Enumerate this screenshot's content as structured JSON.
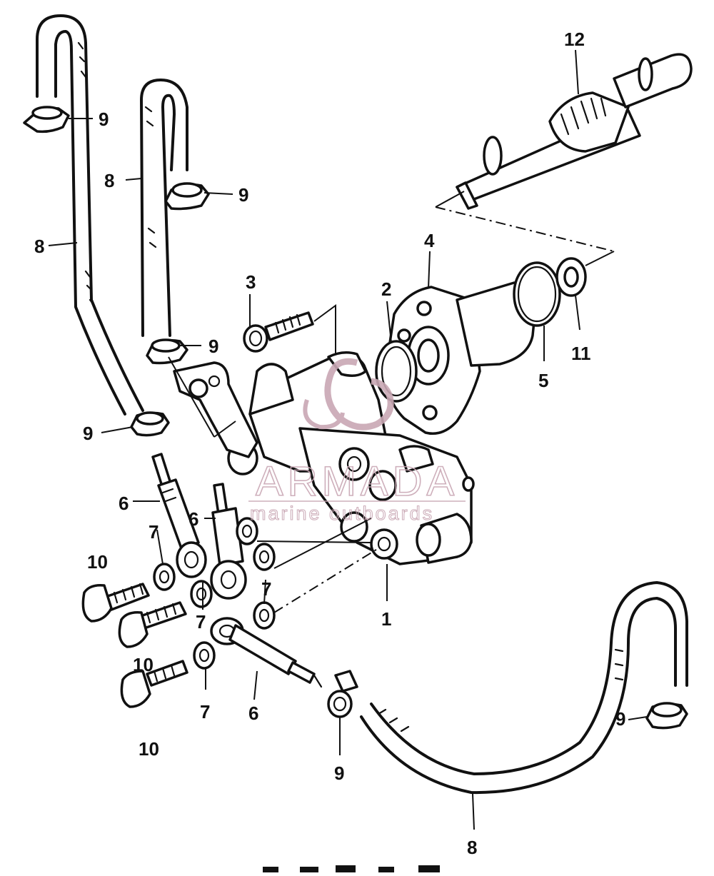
{
  "labels": {
    "l1": "1",
    "l2": "2",
    "l3": "3",
    "l4": "4",
    "l5": "5",
    "l6a": "6",
    "l6b": "6",
    "l6c": "6",
    "l7a": "7",
    "l7b": "7",
    "l7c": "7",
    "l7d": "7",
    "l8a": "8",
    "l8b": "8",
    "l8c": "8",
    "l9a": "9",
    "l9b": "9",
    "l9c": "9",
    "l9d": "9",
    "l9e": "9",
    "l9f": "9",
    "l10a": "10",
    "l10b": "10",
    "l10c": "10",
    "l11": "11",
    "l12": "12"
  },
  "watermark": {
    "brand": "ARMADA",
    "tagline": "marine outboards",
    "color": "#c9a7b4"
  }
}
